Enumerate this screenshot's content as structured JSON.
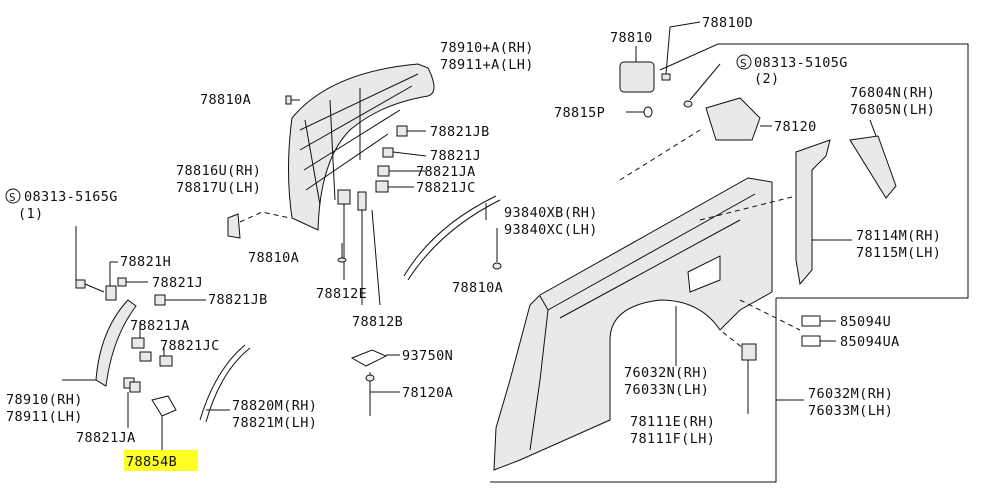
{
  "labels": {
    "p78910a": "78910+A(RH)",
    "p78911a": "78911+A(LH)",
    "p78810a_top": "78810A",
    "p78821jb_top": "78821JB",
    "p78821j_top": "78821J",
    "p78821ja_top": "78821JA",
    "p78821jc_top": "78821JC",
    "p78816u": "78816U(RH)",
    "p78817u": "78817U(LH)",
    "s08313_5165g": "08313-5165G",
    "s08313_5165g_qty": "(1)",
    "p78810a_mid": "78810A",
    "p78812e": "78812E",
    "p78812b": "78812B",
    "p93840xb": "93840XB(RH)",
    "p93840xc": "93840XC(LH)",
    "p78810a_low": "78810A",
    "p78821h": "78821H",
    "p78821j_low": "78821J",
    "p78821jb_low": "78821JB",
    "p78821ja_low": "78821JA",
    "p78821jc_low": "78821JC",
    "p78910": "78910(RH)",
    "p78911": "78911(LH)",
    "p78821ja_bot": "78821JA",
    "p78854b": "78854B",
    "p78820m": "78820M(RH)",
    "p78821m": "78821M(LH)",
    "p93750n": "93750N",
    "p78120a": "78120A",
    "p78810": "78810",
    "p78810d": "78810D",
    "s08313_5105g": "08313-5105G",
    "s08313_5105g_qty": "(2)",
    "p78815p": "78815P",
    "p78120": "78120",
    "p76804n": "76804N(RH)",
    "p76805n": "76805N(LH)",
    "p78114m": "78114M(RH)",
    "p78115m": "78115M(LH)",
    "p85094u": "85094U",
    "p85094ua": "85094UA",
    "p76032n": "76032N(RH)",
    "p76033n": "76033N(LH)",
    "p76032m": "76032M(RH)",
    "p76033m": "76033M(LH)",
    "p78111e": "78111E(RH)",
    "p78111f": "78111F(LH)",
    "screw_symbol": "S"
  },
  "colors": {
    "highlight": "#ffff00",
    "line": "#111111",
    "part_fill": "#e9e9e9"
  },
  "highlighted_part": "78854B"
}
